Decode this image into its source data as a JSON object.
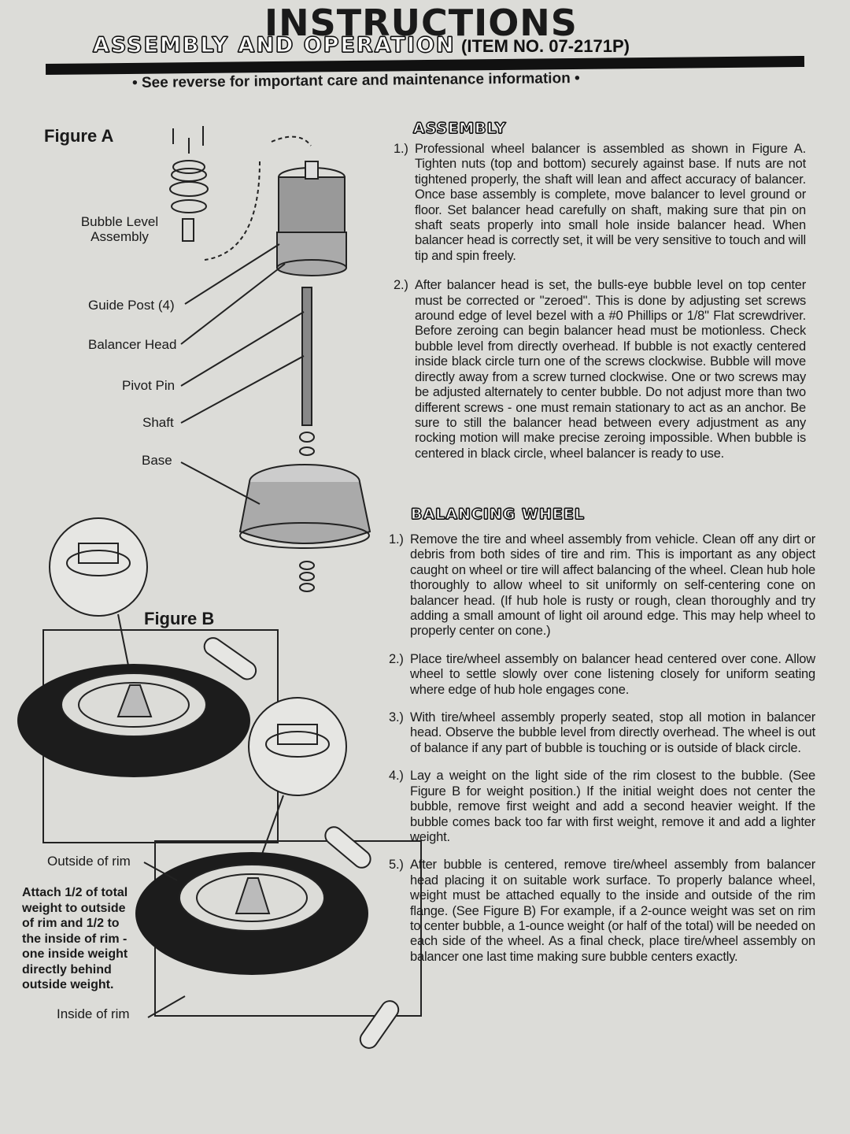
{
  "header": {
    "title": "INSTRUCTIONS",
    "subtitle": "ASSEMBLY AND OPERATION",
    "item_no": "(ITEM NO. 07-2171P)",
    "notice": "• See reverse for important care and maintenance information •"
  },
  "figure_a": {
    "title": "Figure A",
    "labels": [
      "Bubble Level Assembly",
      "Guide Post (4)",
      "Balancer Head",
      "Pivot Pin",
      "Shaft",
      "Base"
    ]
  },
  "figure_b": {
    "title": "Figure B",
    "outside": "Outside of rim",
    "inside": "Inside of rim",
    "note": "Attach 1/2 of total weight to outside of rim and 1/2 to the inside of rim - one inside weight directly behind outside weight."
  },
  "assembly": {
    "heading": "ASSEMBLY",
    "steps": [
      {
        "n": "1.)",
        "text": "Professional wheel balancer is assembled as shown in Figure A. Tighten nuts (top and bottom) securely against base. If nuts are not tightened properly, the shaft will lean and affect accuracy of balancer. Once base assembly is complete, move balancer to level ground or floor. Set balancer head carefully on shaft, making sure that pin on shaft seats properly into small hole inside balancer head. When balancer head is correctly set, it will be very sensitive to touch and will tip and spin freely."
      },
      {
        "n": "2.)",
        "text": "After balancer head is set, the bulls-eye bubble level on top center must be corrected or \"zeroed\". This is done by adjusting set screws around edge of level bezel with a #0 Phillips or 1/8\" Flat screwdriver. Before zeroing can begin balancer head must be motionless. Check bubble level from directly overhead. If bubble is not exactly centered inside black circle turn one of the screws clockwise. Bubble will move directly away from a screw turned clockwise. One or two screws may be adjusted alternately to center bubble. Do not adjust more than two different screws - one must remain stationary to act as an anchor. Be sure to still the balancer head between every adjustment as any rocking motion will make precise zeroing impossible. When bubble is centered in black circle, wheel balancer is ready to use."
      }
    ]
  },
  "balancing": {
    "heading": "BALANCING WHEEL",
    "steps": [
      {
        "n": "1.)",
        "text": "Remove the tire and wheel assembly from vehicle. Clean off any dirt or debris from both sides of tire and rim. This is important as any object caught on wheel or tire will affect balancing of the wheel. Clean hub hole thoroughly to allow wheel to sit uniformly on self-centering cone on balancer head. (If hub hole is rusty or rough, clean thoroughly and try adding a small amount of light oil around edge. This may help wheel to properly center on cone.)"
      },
      {
        "n": "2.)",
        "text": "Place tire/wheel assembly on balancer head centered over cone. Allow wheel to settle slowly over cone listening closely for uniform seating where edge of hub hole engages cone."
      },
      {
        "n": "3.)",
        "text": "With tire/wheel assembly properly seated, stop all motion in balancer head. Observe the bubble level from directly overhead. The wheel is out of balance if any part of bubble is touching or is outside of black circle."
      },
      {
        "n": "4.)",
        "text": "Lay a weight on the light side of the rim closest to the bubble. (See Figure B for weight position.) If the initial weight does not center the bubble, remove first weight and add a second heavier weight. If the bubble comes back too far with first weight, remove it and add a lighter weight."
      },
      {
        "n": "5.)",
        "text": "After bubble is centered, remove tire/wheel assembly from balancer head placing it on suitable work surface. To properly balance wheel, weight must be attached equally to the inside and outside of the rim flange. (See Figure B) For example, if a 2-ounce weight was set on rim to center bubble, a 1-ounce weight (or half of the total) will be needed on each side of the wheel. As a final check, place tire/wheel assembly on balancer one last time making sure bubble centers exactly."
      }
    ]
  }
}
